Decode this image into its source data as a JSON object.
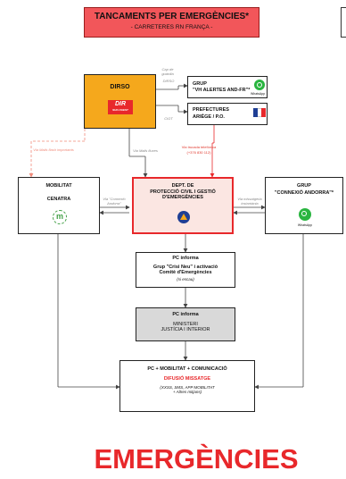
{
  "header": {
    "title": "TANCAMENTS PER EMERGÈNCIES*",
    "subtitle": "- CARRETERES RN FRANÇA -"
  },
  "nodes": {
    "dirso": {
      "title": "DIRSO",
      "logo_text": "DIR",
      "logo_sub": "SUD-OUEST"
    },
    "grup_vh": {
      "line1": "GRUP",
      "line2": "\"VH ALERTES AND-FR\"*",
      "app": "WhatsApp"
    },
    "prefectures": {
      "line1": "PREFECTURES",
      "line2": "ARIÈGE / P.O."
    },
    "mobilitat": {
      "line1": "MOBILITAT",
      "line2": "CENATRA"
    },
    "dept": {
      "line1": "DEPT. DE",
      "line2": "PROTECCIÓ CIVIL I GESTIÓ",
      "line3": "D'EMERGÈNCIES"
    },
    "grup_andorra": {
      "line1": "GRUP",
      "line2": "\"CONNEXIÓ ANDORRA\"*",
      "app": "WhatsApp"
    },
    "pc1": {
      "title": "PC informa",
      "line1": "Grup \"Crisi Neu\" i activació",
      "line2": "Comitè d'Emergències",
      "note": "(si escau)"
    },
    "pc2": {
      "title": "PC informa",
      "line1": "MINISTERI",
      "line2": "JUSTÍCIA I INTERIOR"
    },
    "pc3": {
      "title": "PC + MOBILITAT + COMUNICACIÓ",
      "highlight": "DIFUSIÓ MISSATGE",
      "line1": "(XXSS, SMS, APP MOBILITAT",
      "line2": "+ Altres mitjans)"
    }
  },
  "edge_labels": {
    "cap_guardia": "Cap de guàrdia",
    "dirso": "DIRSO",
    "cigt": "CIGT",
    "via_mails": "Via Mails fluxes",
    "via_mails_flash": "Via Mails flash importants",
    "via_trucada": "Via trucada telefònica",
    "via_trucada_num": "(+376 830 112)",
    "via_connexio": "Via \"Connexió Andorra\"",
    "via_missatgeria": "Via missatgeria instantània"
  },
  "footer": {
    "title": "EMERGÈNCIES"
  },
  "colors": {
    "header_bg": "#f2565a",
    "dirso_bg": "#f5a81c",
    "dept_bg": "#fbe6e2",
    "accent_red": "#e8282b",
    "gray_box": "#d9d9d9"
  }
}
